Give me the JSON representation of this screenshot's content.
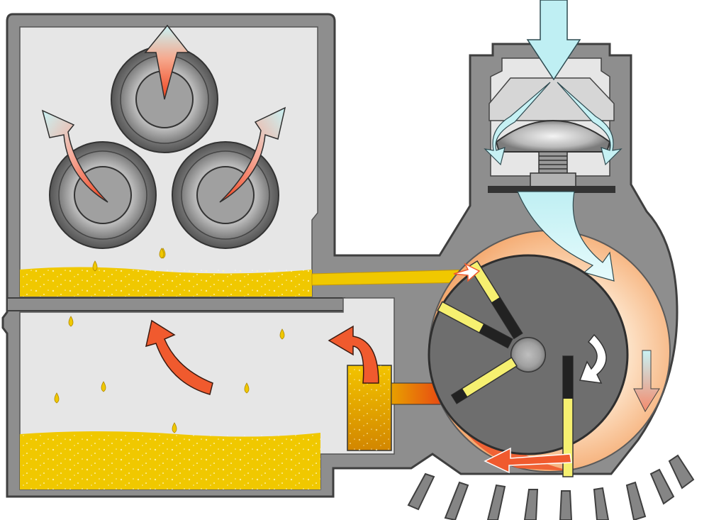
{
  "diagram": {
    "subject": "rotary-vane-vacuum-pump-cross-section",
    "colors": {
      "housing": "#8e8e8e",
      "housing_outline": "#4a4a4a",
      "chamber_fill": "#e6e6e6",
      "oil": "#f0c800",
      "oil_dark": "#d8a600",
      "rotor": "#6a6a6a",
      "vane": "#f6f070",
      "intake_air": "#c6f1f4",
      "hot_gas": "#f0501e",
      "compressed_glow": "#f6b27a",
      "base": "#7a7a7a"
    },
    "icons": {
      "intake": "down-arrow-icon",
      "rotation": "clockwise-arrow-icon",
      "exhaust": "up-arrow-icon",
      "oil_drop": "droplet-icon"
    },
    "separator_elements": 3,
    "rotor_vanes": 4,
    "cooling_fins": 9,
    "oil_drops_visible": 9
  }
}
